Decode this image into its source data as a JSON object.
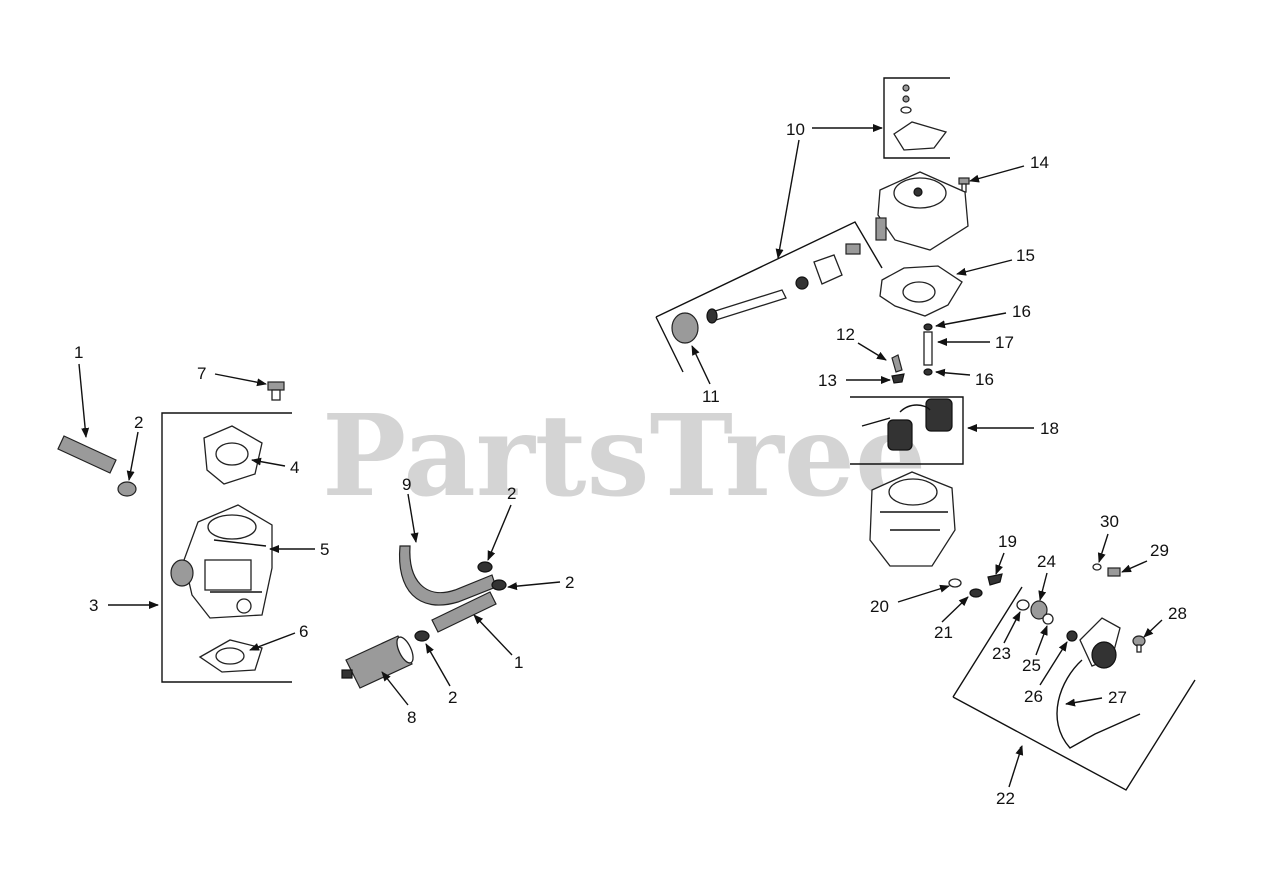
{
  "watermark": "PartsTree",
  "callouts": {
    "c1a": "1",
    "c2a": "2",
    "c3": "3",
    "c4": "4",
    "c5": "5",
    "c6": "6",
    "c7": "7",
    "c8": "8",
    "c9": "9",
    "c2b": "2",
    "c2c": "2",
    "c2d": "2",
    "c1b": "1",
    "c10": "10",
    "c11": "11",
    "c12": "12",
    "c13": "13",
    "c14": "14",
    "c15": "15",
    "c16a": "16",
    "c16b": "16",
    "c17": "17",
    "c18": "18",
    "c19": "19",
    "c20": "20",
    "c21": "21",
    "c22": "22",
    "c23": "23",
    "c24": "24",
    "c25": "25",
    "c26": "26",
    "c27": "27",
    "c28": "28",
    "c29": "29",
    "c30": "30"
  }
}
